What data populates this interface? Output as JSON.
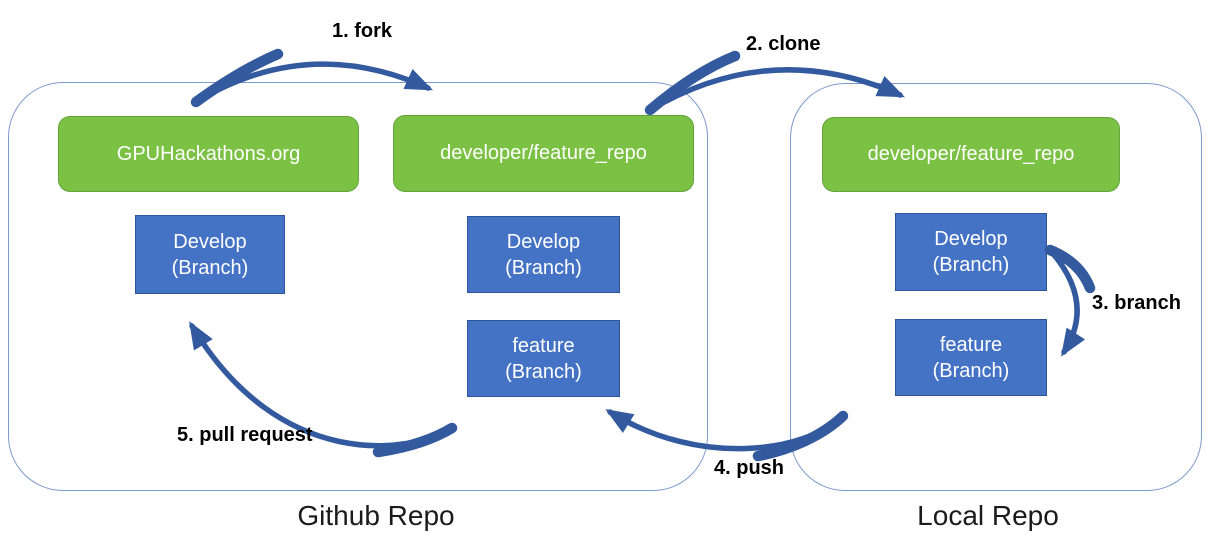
{
  "diagram_title": "Git fork / clone / branch / push / pull request workflow",
  "colors": {
    "green_box": "#7bc143",
    "green_box_border": "#64a33c",
    "blue_box": "#4472c4",
    "blue_box_border": "#2f5597",
    "arrow": "#33599f",
    "container_border": "#7e9bce",
    "step_label": "#000000",
    "region_label": "#1b1b1b",
    "box_text": "#ffffff",
    "background": "#ffffff"
  },
  "regions": {
    "github": {
      "label": "Github Repo"
    },
    "local": {
      "label": "Local Repo"
    }
  },
  "boxes": {
    "origin": {
      "label": "GPUHackathons.org"
    },
    "fork_repo": {
      "label": "developer/feature_repo"
    },
    "local_repo": {
      "label": "developer/feature_repo"
    },
    "origin_develop": {
      "line1": "Develop",
      "line2": "(Branch)"
    },
    "fork_develop": {
      "line1": "Develop",
      "line2": "(Branch)"
    },
    "fork_feature": {
      "line1": "feature",
      "line2": "(Branch)"
    },
    "local_develop": {
      "line1": "Develop",
      "line2": "(Branch)"
    },
    "local_feature": {
      "line1": "feature",
      "line2": "(Branch)"
    }
  },
  "steps": {
    "fork": "1. fork",
    "clone": "2. clone",
    "branch": "3. branch",
    "push": "4. push",
    "pull_request": "5. pull request"
  }
}
